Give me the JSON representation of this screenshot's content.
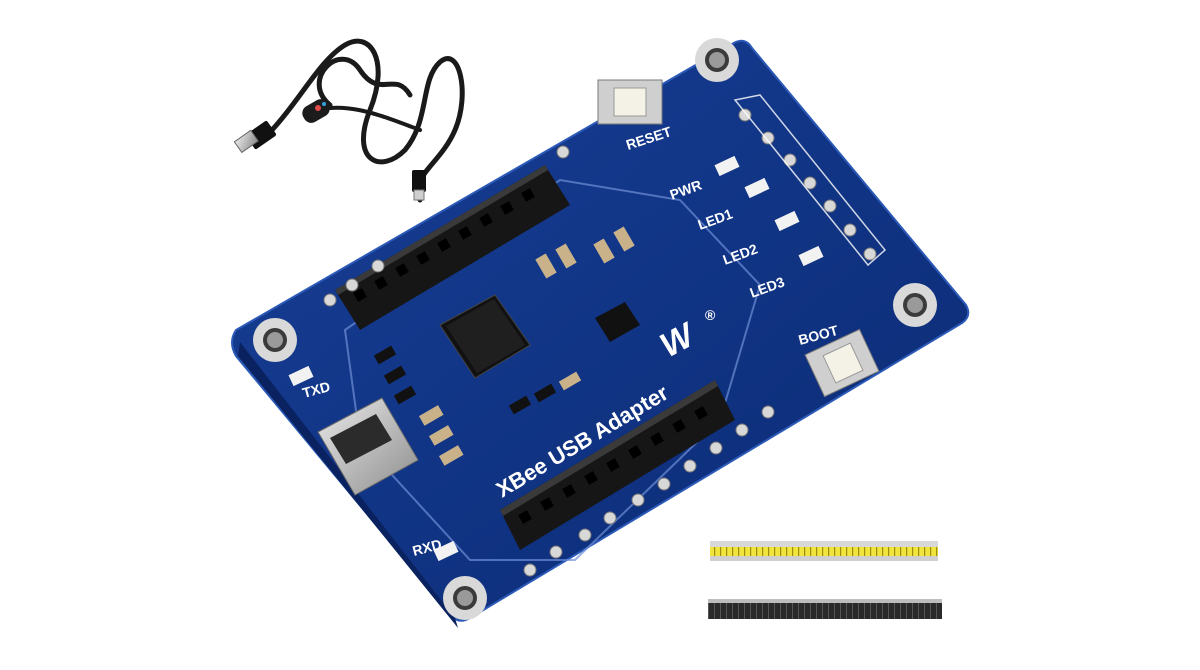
{
  "board": {
    "title": "XBee USB Adapter",
    "reset_label": "RESET",
    "boot_label": "BOOT",
    "pwr_label": "PWR",
    "led1_label": "LED1",
    "led2_label": "LED2",
    "led3_label": "LED3",
    "txd_label": "TXD",
    "rxd_label": "RXD",
    "logo_text": "W",
    "trademark": "®"
  },
  "colors": {
    "pcb": "#0d2f7d",
    "pcb_edge": "#153d94",
    "silkscreen": "#ffffff",
    "header": "#161616",
    "pin_header_yellow": "#e8dc1a",
    "pin_header_black": "#222222"
  }
}
